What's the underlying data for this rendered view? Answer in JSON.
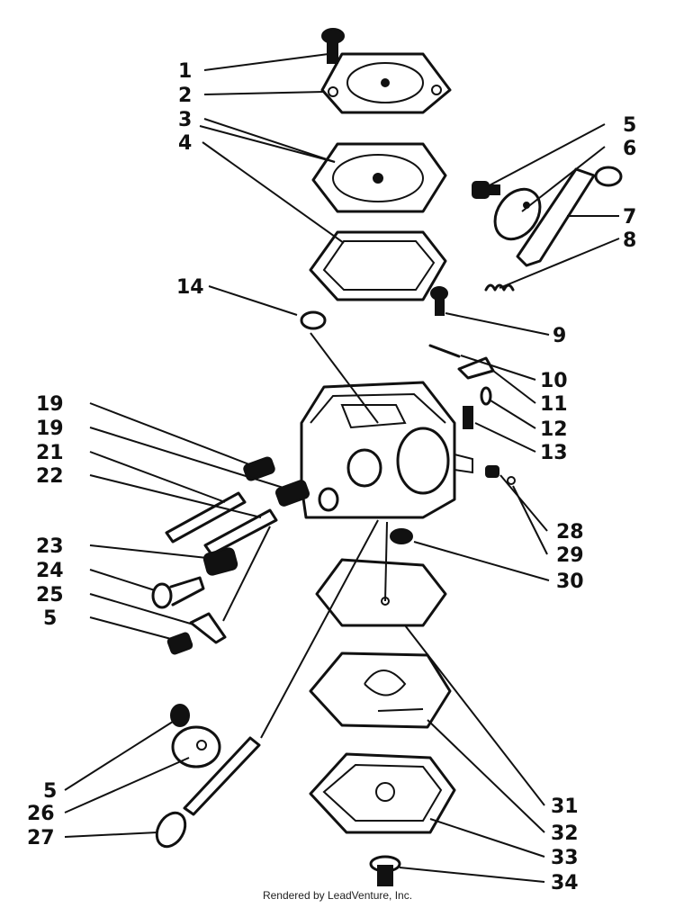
{
  "diagram": {
    "callouts": [
      "1",
      "2",
      "3",
      "4",
      "5",
      "6",
      "7",
      "8",
      "14",
      "9",
      "10",
      "11",
      "12",
      "13",
      "19",
      "19",
      "21",
      "22",
      "28",
      "29",
      "23",
      "30",
      "24",
      "25",
      "5",
      "5",
      "26",
      "27",
      "31",
      "32",
      "33",
      "34"
    ]
  },
  "footer": "Rendered by LeadVenture, Inc.",
  "colors": {
    "ink": "#111111",
    "background": "#ffffff"
  }
}
